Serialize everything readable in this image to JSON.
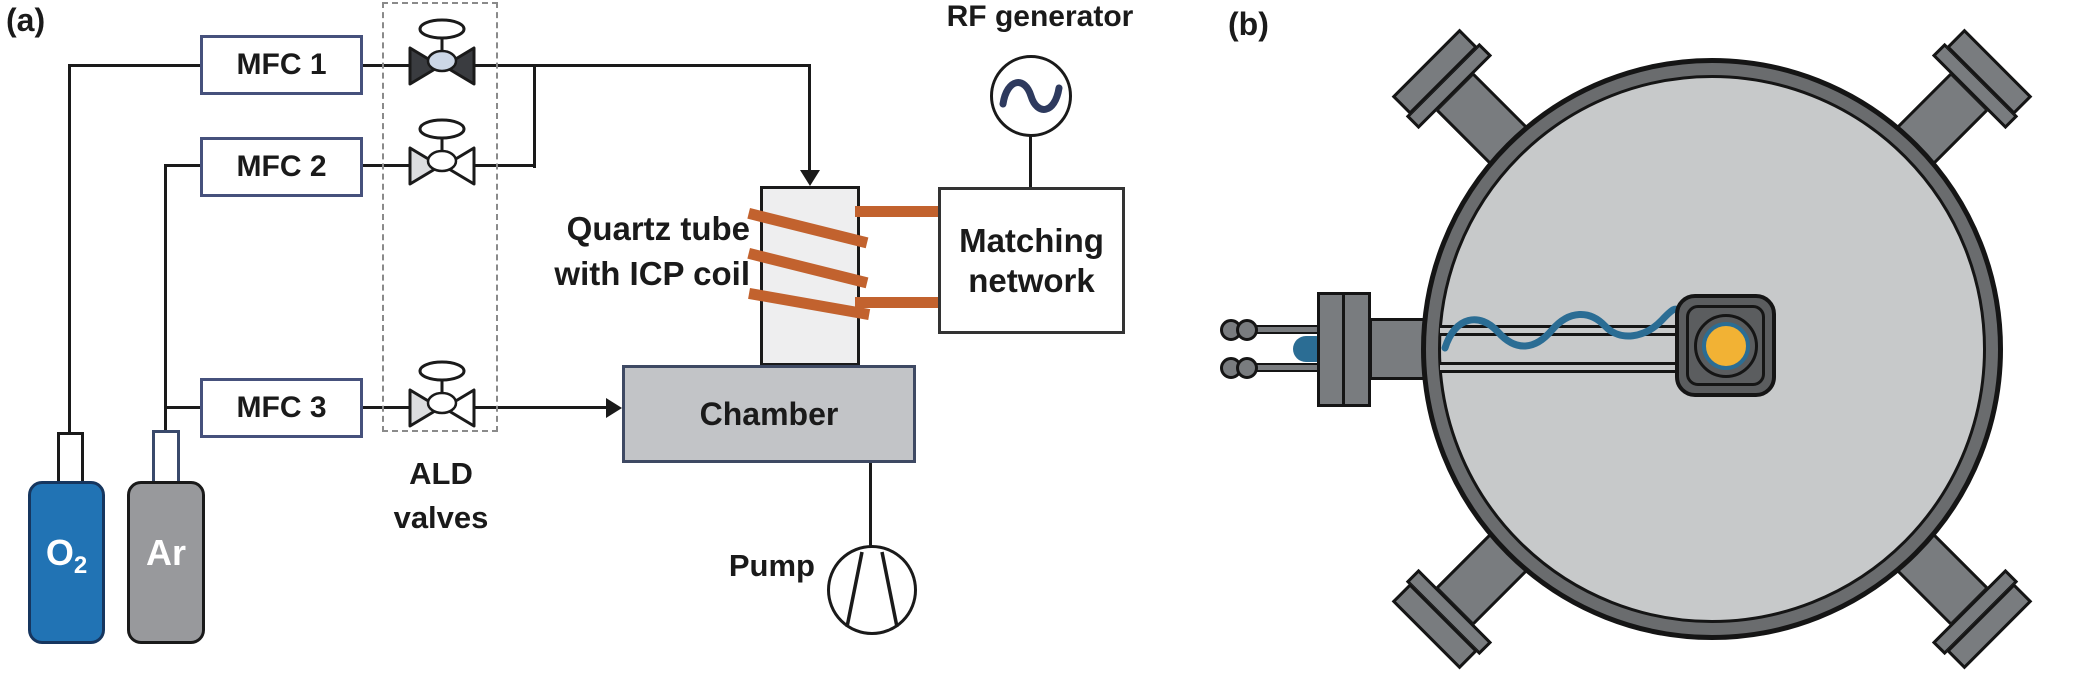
{
  "figure": {
    "panel_a_label": "(a)",
    "panel_b_label": "(b)"
  },
  "panel_a": {
    "gas_cylinders": [
      {
        "name": "oxygen",
        "label": "O",
        "label_sub": "2",
        "body_color": "#2173b4"
      },
      {
        "name": "argon",
        "label": "Ar",
        "body_color": "#98999c"
      }
    ],
    "mfc_boxes": [
      {
        "label": "MFC 1"
      },
      {
        "label": "MFC 2"
      },
      {
        "label": "MFC 3"
      }
    ],
    "ald_valves_caption_line1": "ALD",
    "ald_valves_caption_line2": "valves",
    "quartz_caption_line1": "Quartz tube",
    "quartz_caption_line2": "with ICP coil",
    "rf_generator_label": "RF generator",
    "matching_network_line1": "Matching",
    "matching_network_line2": "network",
    "chamber_label": "Chamber",
    "pump_label": "Pump",
    "colors": {
      "coil_orange": "#c2622e",
      "chamber_fill": "#c2c4c7",
      "mfc_border": "#46517c",
      "o2_blue": "#2173b4",
      "ar_gray": "#98999c",
      "rf_wave_navy": "#2e3a5e"
    }
  },
  "panel_b": {
    "colors": {
      "chamber_ring_gray": "#6a6c6e",
      "chamber_interior_gray": "#c7c9ca",
      "hardware_gray": "#797c7f",
      "wire_blue": "#2b6d94",
      "sample_yellow": "#f2b234"
    }
  }
}
